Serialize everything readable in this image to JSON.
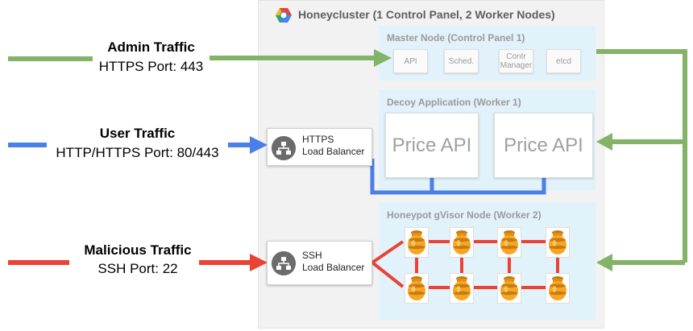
{
  "cluster": {
    "title": "Honeycluster (1 Control Panel, 2 Worker Nodes)",
    "logo": "google-cloud-logo-icon"
  },
  "master_node": {
    "title": "Master Node (Control Panel 1)",
    "components": [
      "API",
      "Sched.",
      "Contr Manager",
      "etcd"
    ]
  },
  "decoy_app": {
    "title": "Decoy Application (Worker 1)",
    "services": [
      "Price API",
      "Price API"
    ]
  },
  "honeypot_node": {
    "title": "Honeypot gVisor Node (Worker 2)",
    "pot_icon": "honey-pot-icon"
  },
  "load_balancers": {
    "https": "HTTPS\nLoad Balancer",
    "ssh": "SSH\nLoad Balancer"
  },
  "traffic": {
    "admin": {
      "title": "Admin Traffic",
      "subtitle": "HTTPS Port: 443"
    },
    "user": {
      "title": "User Traffic",
      "subtitle": "HTTP/HTTPS Port: 80/443"
    },
    "malicious": {
      "title": "Malicious Traffic",
      "subtitle": "SSH Port: 22"
    }
  },
  "colors": {
    "admin": "#82b366",
    "user": "#4a7fe8",
    "malicious": "#ea4335",
    "panel": "#e1f2fb",
    "cluster_bg": "#f2f2f2",
    "honey": "#f5a623"
  }
}
